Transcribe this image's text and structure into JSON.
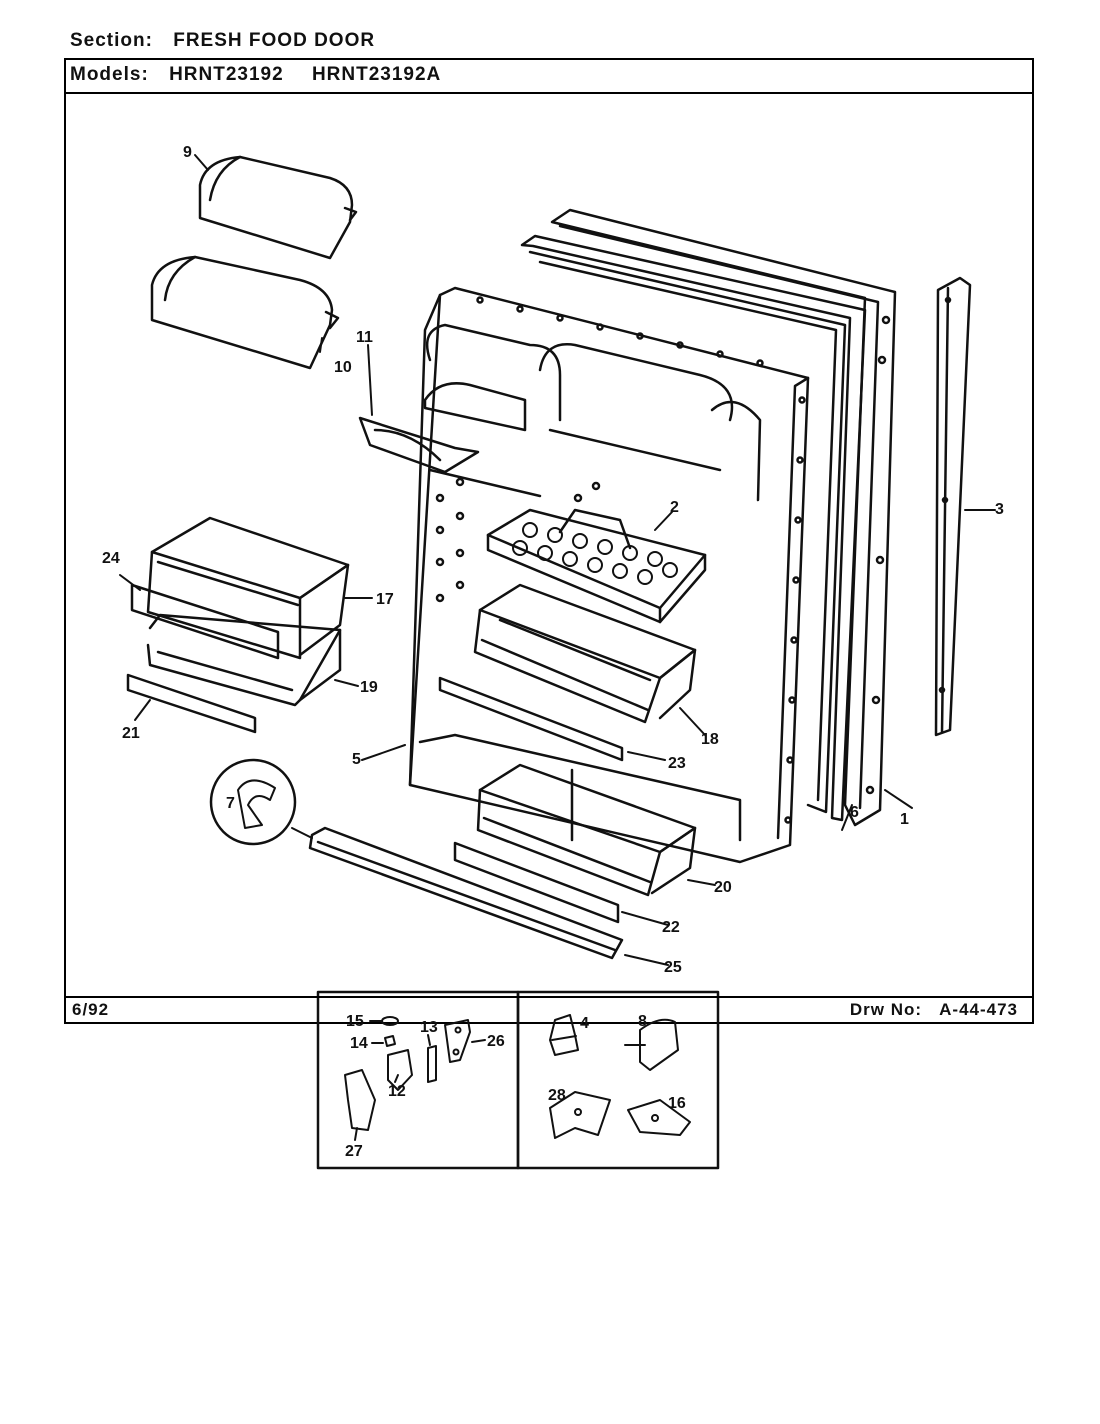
{
  "header": {
    "section_label": "Section:",
    "section_value": "FRESH FOOD DOOR",
    "models_label": "Models:",
    "models": [
      "HRNT23192",
      "HRNT23192A"
    ]
  },
  "footer": {
    "date": "6/92",
    "drawing_label": "Drw No:",
    "drawing_number": "A-44-473"
  },
  "callouts": [
    "1",
    "2",
    "3",
    "4",
    "5",
    "6",
    "7",
    "8",
    "9",
    "10",
    "11",
    "12",
    "13",
    "14",
    "15",
    "16",
    "17",
    "18",
    "19",
    "20",
    "21",
    "22",
    "23",
    "24",
    "25",
    "26",
    "27",
    "28"
  ]
}
